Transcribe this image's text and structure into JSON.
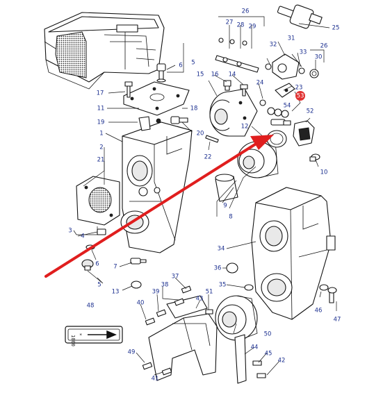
{
  "callouts": [
    {
      "id": "c1",
      "label": "1"
    },
    {
      "id": "c2",
      "label": "2"
    },
    {
      "id": "c3",
      "label": "3"
    },
    {
      "id": "c4",
      "label": "4"
    },
    {
      "id": "c5a",
      "label": "5"
    },
    {
      "id": "c5b",
      "label": "5"
    },
    {
      "id": "c6a",
      "label": "6"
    },
    {
      "id": "c6b",
      "label": "6"
    },
    {
      "id": "c7",
      "label": "7"
    },
    {
      "id": "c8",
      "label": "8"
    },
    {
      "id": "c9",
      "label": "9"
    },
    {
      "id": "c10",
      "label": "10"
    },
    {
      "id": "c11",
      "label": "11"
    },
    {
      "id": "c12",
      "label": "12"
    },
    {
      "id": "c13",
      "label": "13"
    },
    {
      "id": "c14",
      "label": "14"
    },
    {
      "id": "c15",
      "label": "15"
    },
    {
      "id": "c16",
      "label": "16"
    },
    {
      "id": "c17",
      "label": "17"
    },
    {
      "id": "c18",
      "label": "18"
    },
    {
      "id": "c19",
      "label": "19"
    },
    {
      "id": "c20",
      "label": "20"
    },
    {
      "id": "c21",
      "label": "21"
    },
    {
      "id": "c22",
      "label": "22"
    },
    {
      "id": "c23",
      "label": "23"
    },
    {
      "id": "c24",
      "label": "24"
    },
    {
      "id": "c25",
      "label": "25"
    },
    {
      "id": "c26a",
      "label": "26"
    },
    {
      "id": "c26b",
      "label": "26"
    },
    {
      "id": "c27",
      "label": "27"
    },
    {
      "id": "c28",
      "label": "28"
    },
    {
      "id": "c29",
      "label": "29"
    },
    {
      "id": "c30",
      "label": "30"
    },
    {
      "id": "c31",
      "label": "31"
    },
    {
      "id": "c32",
      "label": "32"
    },
    {
      "id": "c33",
      "label": "33"
    },
    {
      "id": "c34",
      "label": "34"
    },
    {
      "id": "c35",
      "label": "35"
    },
    {
      "id": "c36",
      "label": "36"
    },
    {
      "id": "c37",
      "label": "37"
    },
    {
      "id": "c38",
      "label": "38"
    },
    {
      "id": "c39",
      "label": "39"
    },
    {
      "id": "c40",
      "label": "40"
    },
    {
      "id": "c41",
      "label": "41"
    },
    {
      "id": "c42",
      "label": "42"
    },
    {
      "id": "c43",
      "label": "43"
    },
    {
      "id": "c44",
      "label": "44"
    },
    {
      "id": "c45",
      "label": "45"
    },
    {
      "id": "c46",
      "label": "46"
    },
    {
      "id": "c47",
      "label": "47"
    },
    {
      "id": "c48",
      "label": "48"
    },
    {
      "id": "c49",
      "label": "49"
    },
    {
      "id": "c50",
      "label": "50"
    },
    {
      "id": "c51",
      "label": "51"
    },
    {
      "id": "c52",
      "label": "52"
    },
    {
      "id": "c53",
      "label": "53"
    },
    {
      "id": "c54",
      "label": "54"
    }
  ],
  "highlight": {
    "label": "53",
    "color": "#e03030"
  },
  "arrow": {
    "color": "#e01e1e"
  },
  "plate": {
    "text": "1000",
    "star": "*"
  },
  "colors": {
    "callout": "#1b2f8f",
    "line": "#111111"
  }
}
